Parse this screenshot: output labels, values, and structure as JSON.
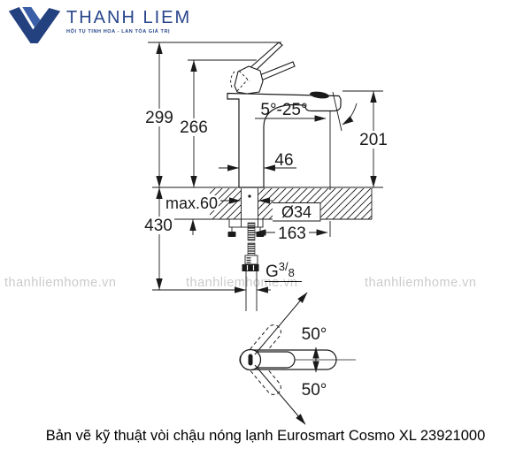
{
  "brand": {
    "name": "THANH LIEM",
    "tagline": "HỘI TỤ TINH HOA - LAN TỎA GIÁ TRỊ"
  },
  "watermark": {
    "text": "thanhliemhome.vn"
  },
  "caption": {
    "text": "Bản vẽ kỹ thuật vòi chậu nóng lạnh Eurosmart Cosmo XL 23921000"
  },
  "colors": {
    "brand_blue": "#27458a",
    "line": "#1a1a1a",
    "watermark_gray": "#cbcbcb"
  },
  "dimensions": {
    "total_height": "299",
    "body_height": "266",
    "spray_angle": "5°-25°",
    "spout_height": "201",
    "base_width": "46",
    "max_counter_thickness": "max.60",
    "shank_diameter": "Ø34",
    "hose_offset": "163",
    "below_counter_depth": "430",
    "swivel_angle_upper": "50°",
    "swivel_angle_lower": "50°",
    "thread": {
      "letter": "G",
      "numerator": "3",
      "slash": "/",
      "denominator": "8"
    }
  }
}
